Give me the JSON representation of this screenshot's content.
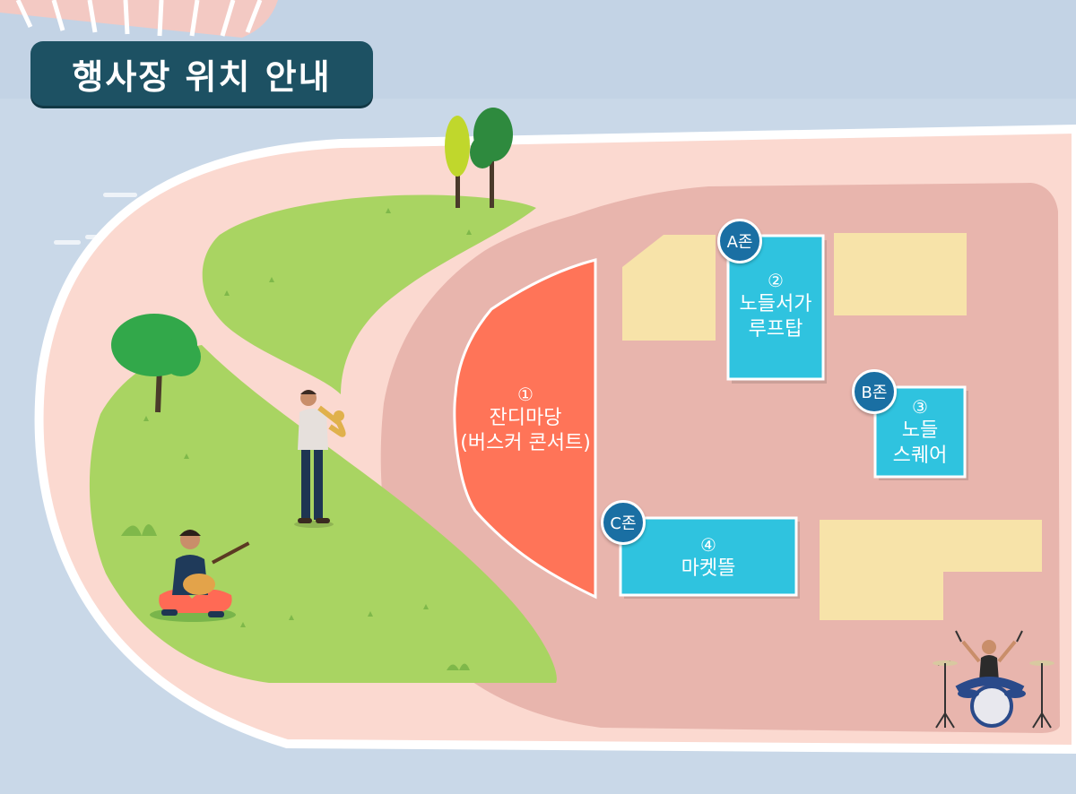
{
  "title": "행사장 위치 안내",
  "colors": {
    "water": "#c9d8e8",
    "island": "#fbd9d0",
    "plaza": "#e8b5ad",
    "grass": "#a9d462",
    "stage": "#ff7458",
    "booth": "#2fc3df",
    "empty_lot": "#f7e3a9",
    "badge": "#1a6fa3",
    "title_bg": "#1d5163"
  },
  "zones": [
    {
      "id": "1",
      "number": "①",
      "lines": [
        "잔디마당",
        "(버스커 콘서트)"
      ]
    },
    {
      "id": "2",
      "number": "②",
      "lines": [
        "노들서가",
        "루프탑"
      ],
      "badge": "A존"
    },
    {
      "id": "3",
      "number": "③",
      "lines": [
        "노들",
        "스퀘어"
      ],
      "badge": "B존"
    },
    {
      "id": "4",
      "number": "④",
      "lines": [
        "마켓뜰"
      ],
      "badge": "C존"
    }
  ],
  "icons": [
    "tree-icon",
    "saxophone-player-icon",
    "guitar-player-icon",
    "drummer-icon"
  ]
}
